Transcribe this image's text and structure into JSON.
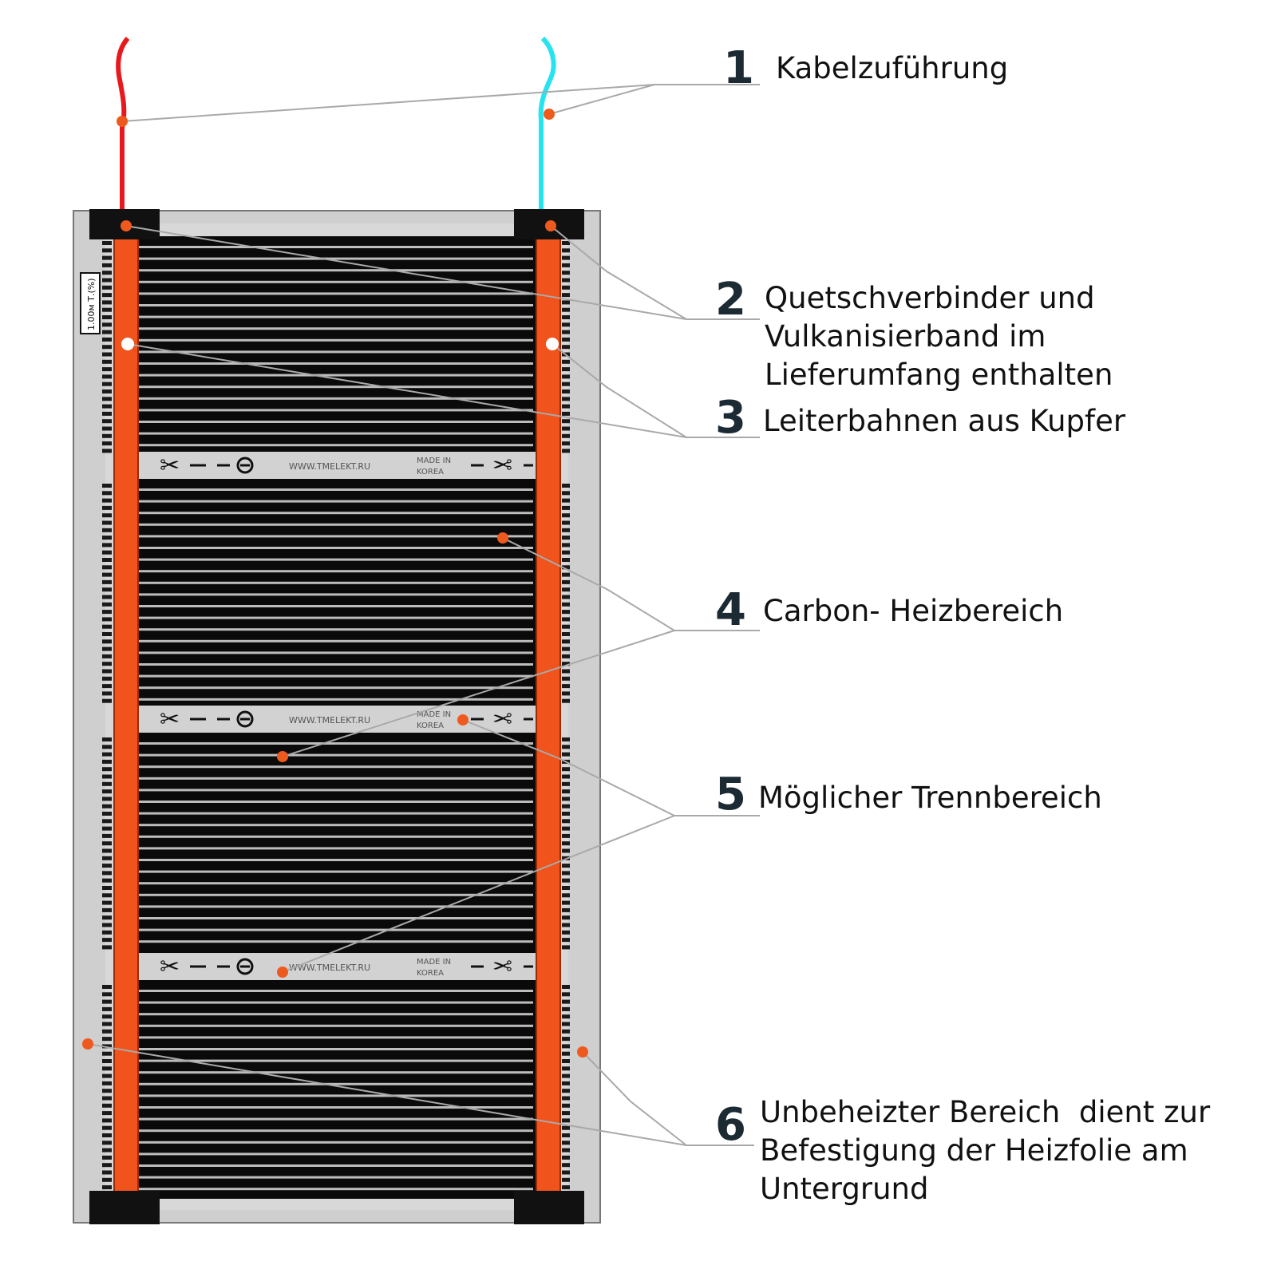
{
  "callouts": [
    {
      "number": "1",
      "label": "Kabelzuführung"
    },
    {
      "number": "2",
      "label": "Quetschverbinder und\nVulkanisierband im\nLieferumfang enthalten"
    },
    {
      "number": "3",
      "label": "Leiterbahnen aus Kupfer"
    },
    {
      "number": "4",
      "label": "Carbon- Heizbereich"
    },
    {
      "number": "5",
      "label": "Möglicher Trennbereich"
    },
    {
      "number": "6",
      "label": "Unbeheizter Bereich  dient zur\nBefestigung der Heizfolie am\nUntergrund"
    }
  ],
  "film": {
    "side_stamp": "1.00м Т.(%)",
    "cut_strip": {
      "website": "WWW.TMELEKT.RU",
      "origin_line1": "MADE IN",
      "origin_line2": "KOREA"
    }
  },
  "colors": {
    "wire_left": "#e8191c",
    "wire_right": "#25e3f0",
    "busbar": "#f0531c",
    "marker": "#ee5a1e",
    "film_frame": "#cfcfcf",
    "carbon": "#0a0a0a",
    "leader_line": "#a9a9a9"
  }
}
